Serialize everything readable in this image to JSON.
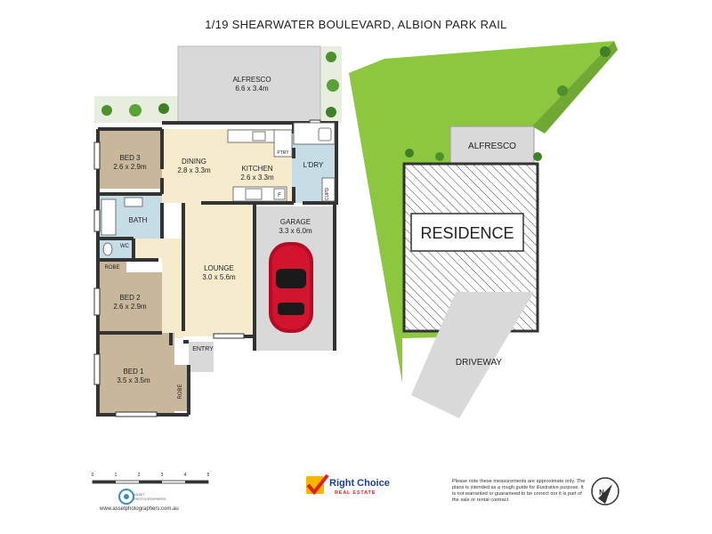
{
  "title": "1/19 SHEARWATER BOULEVARD, ALBION PARK RAIL",
  "rooms": {
    "alfresco": {
      "name": "ALFRESCO",
      "size": "6.6 x 3.4m"
    },
    "bed3": {
      "name": "BED 3",
      "size": "2.6 x 2.9m"
    },
    "dining": {
      "name": "DINING",
      "size": "2.8 x 3.3m"
    },
    "kitchen": {
      "name": "KITCHEN",
      "size": "2.6 x 3.3m"
    },
    "laundry": {
      "name": "L'DRY"
    },
    "bath": {
      "name": "BATH"
    },
    "wc": {
      "name": "WC"
    },
    "robe_bed2": {
      "name": "ROBE"
    },
    "bed2": {
      "name": "BED 2",
      "size": "2.6 x 2.9m"
    },
    "lounge": {
      "name": "LOUNGE",
      "size": "3.0 x 5.6m"
    },
    "garage": {
      "name": "GARAGE",
      "size": "3.3 x 6.0m"
    },
    "entry": {
      "name": "ENTRY"
    },
    "bed1": {
      "name": "BED 1",
      "size": "3.5 x 3.5m"
    },
    "robe_bed1": {
      "name": "ROBE"
    },
    "pantry": {
      "name": "PTRY"
    },
    "cupboard": {
      "name": "CUPD"
    },
    "fridge": {
      "name": "F"
    }
  },
  "site": {
    "alfresco": "ALFRESCO",
    "residence": "RESIDENCE",
    "driveway": "DRIVEWAY"
  },
  "scale": {
    "ticks": [
      "0",
      "1",
      "2",
      "3",
      "4",
      "5"
    ]
  },
  "photographer": "ASSET PHOTOGRAPHERS",
  "website": "www.assetphotographers.com.au",
  "brand": {
    "name": "Right Choice",
    "sub": "REAL ESTATE"
  },
  "disclaimer": "Please note these measurements are approximate only. The plans is intended as a rough guide for illustrative purpose. It is not warranted or guaranteed to be correct nor it is part of the sale or rental contract",
  "colors": {
    "bedroom": "#c9b79c",
    "living": "#f6eccd",
    "wet": "#c7dde6",
    "concrete": "#d9d9d9",
    "lawn": "#8dc63f",
    "wall": "#333333",
    "brand_blue": "#1b3f8f",
    "brand_red": "#dd2222",
    "car_red": "#c8102e"
  }
}
